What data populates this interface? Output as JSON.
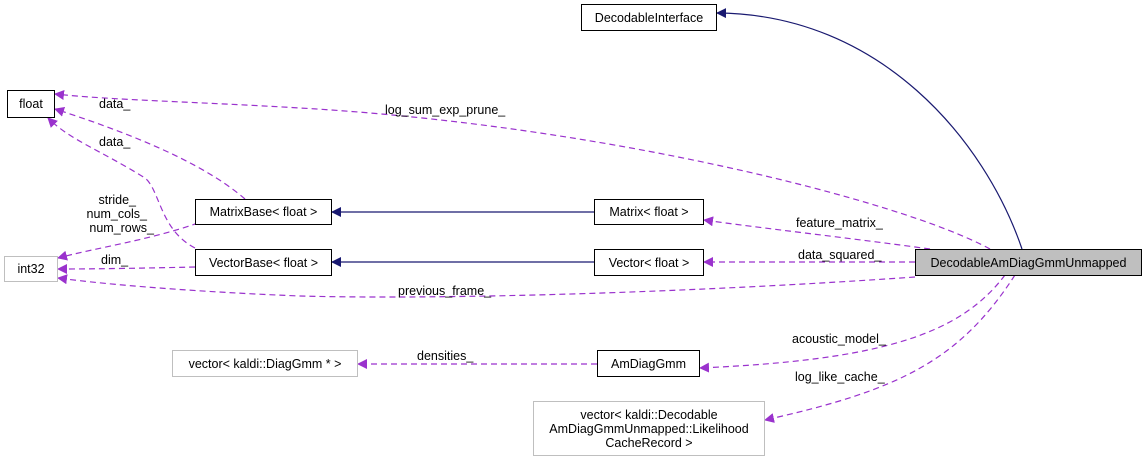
{
  "diagram": {
    "nodes": {
      "decodable_interface": "DecodableInterface",
      "float": "float",
      "int32": "int32",
      "matrix_base": "MatrixBase< float >",
      "vector_base": "VectorBase< float >",
      "matrix": "Matrix< float >",
      "vector": "Vector< float >",
      "decodable_am_diag_gmm_unmapped": "DecodableAmDiagGmmUnmapped",
      "vector_diag_gmm": "vector< kaldi::DiagGmm * >",
      "am_diag_gmm": "AmDiagGmm",
      "vector_cache_line1": "vector< kaldi::Decodable",
      "vector_cache_line2": "AmDiagGmmUnmapped::Likelihood",
      "vector_cache_line3": "CacheRecord >"
    },
    "edge_labels": {
      "log_sum_exp_prune": "log_sum_exp_prune_",
      "data_matrixbase": "data_",
      "data_vectorbase": "data_",
      "stride": "stride_",
      "num_cols": "num_cols_",
      "num_rows": "num_rows_",
      "dim": "dim_",
      "feature_matrix": "feature_matrix_",
      "data_squared": "data_squared_",
      "previous_frame": "previous_frame_",
      "acoustic_model": "acoustic_model_",
      "densities": "densities_",
      "log_like_cache": "log_like_cache_"
    },
    "colors": {
      "inheritance_edge": "#191970",
      "usage_edge": "#9a32cd",
      "focus_fill": "#bfbfbf",
      "undocumented_border": "#bfbfbf"
    }
  }
}
